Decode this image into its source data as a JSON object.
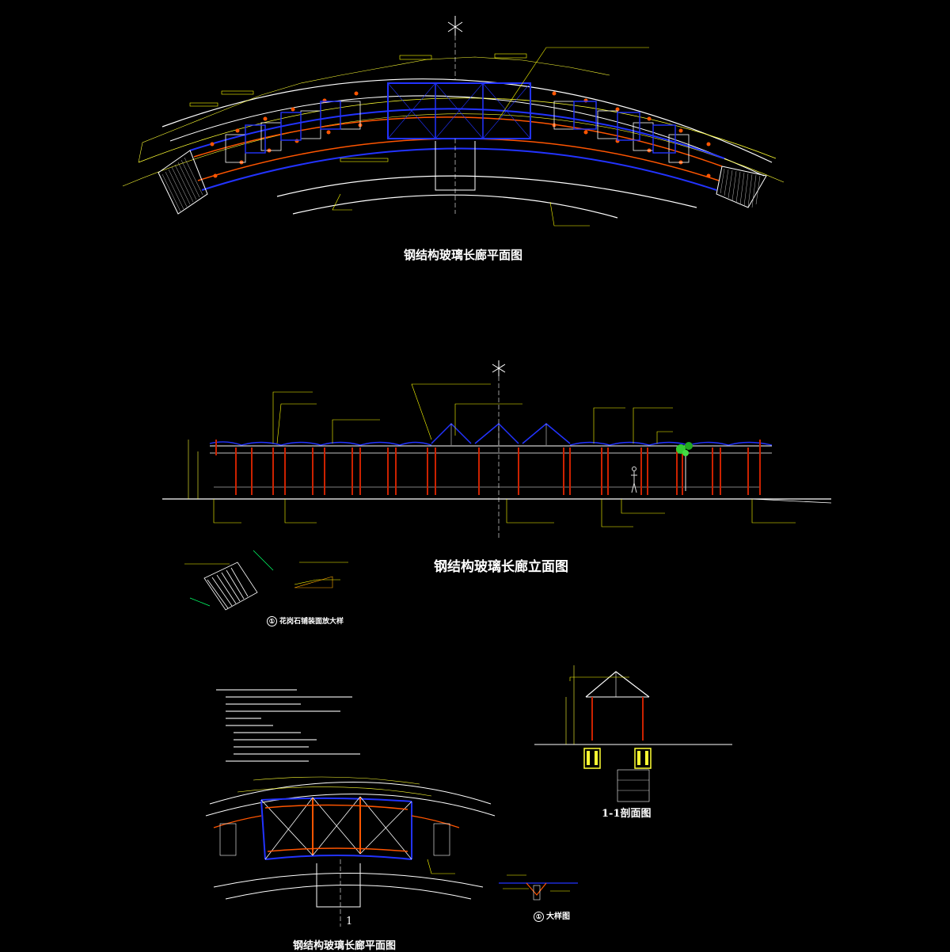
{
  "drawing": {
    "plan_title": "钢结构玻璃长廊平面图",
    "elevation_title": "钢结构玻璃长廊立面图",
    "section_title": "1-1剖面图",
    "partial_plan_title": "钢结构玻璃长廊平面图",
    "detail_marker_1": "①",
    "detail_marker_2": "①",
    "detail_title_1": "花岗石铺装面放大样",
    "detail_title_2": "大样图",
    "section_cut_label": "1"
  },
  "colors": {
    "background": "#000000",
    "outline": "#ffffff",
    "glass": "#2233ff",
    "steel": "#ff5500",
    "column": "#cc2200",
    "dimension": "#ffff33",
    "leader": "#ffff00",
    "accent": "#00ff66"
  },
  "icons": [
    "north-arrow-icon",
    "north-arrow-icon",
    "tree-icon",
    "person-figure-icon"
  ]
}
